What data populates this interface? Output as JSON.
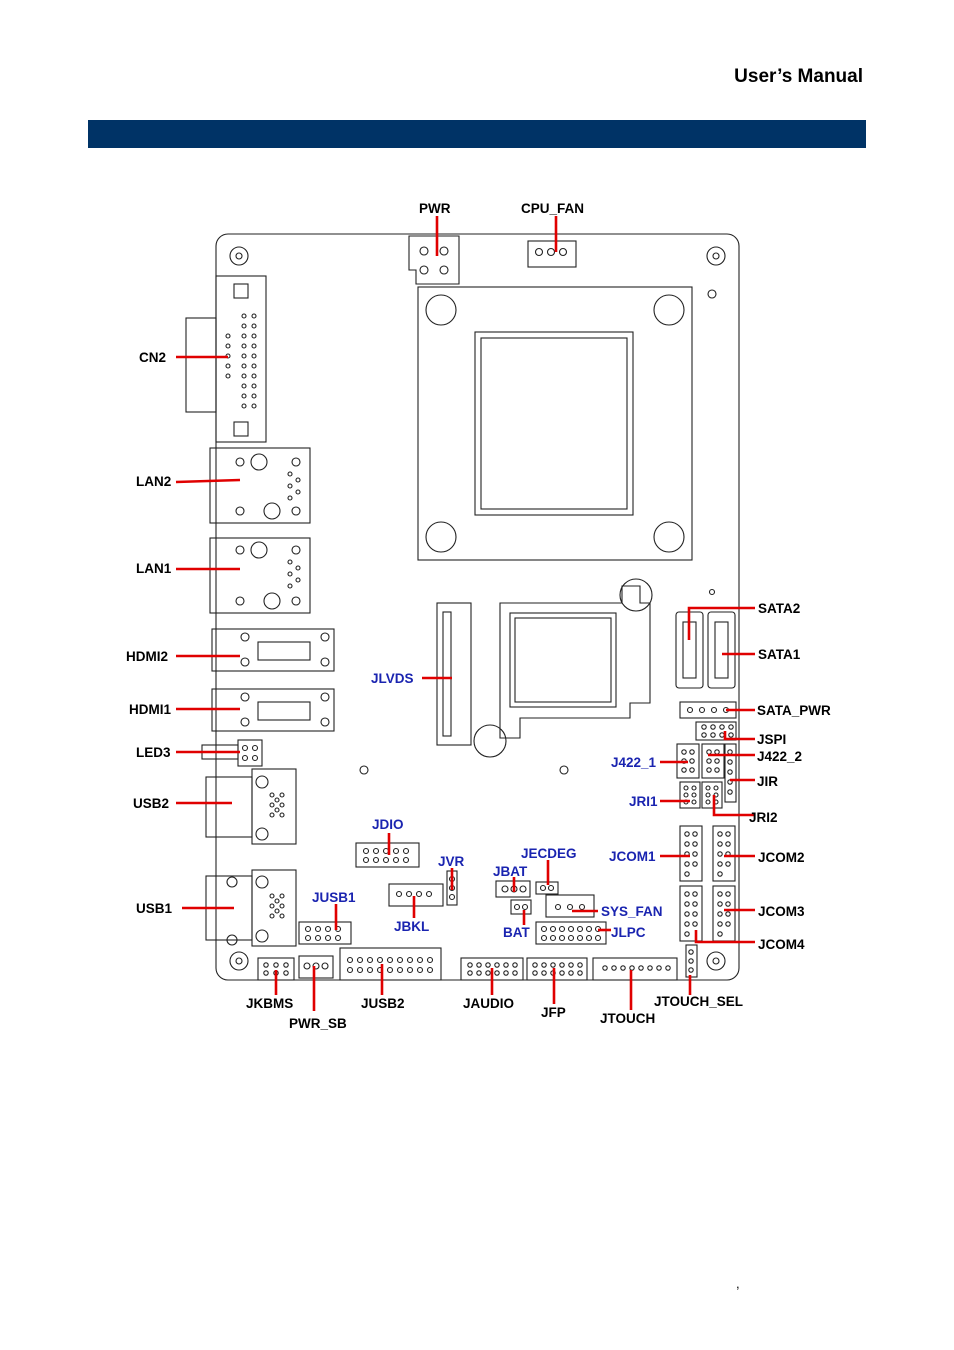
{
  "header": {
    "title": "User’s Manual"
  },
  "footer": {
    "mark": ","
  },
  "diagram": {
    "labels": {
      "pwr": "PWR",
      "cpu_fan": "CPU_FAN",
      "cn2": "CN2",
      "lan2": "LAN2",
      "lan1": "LAN1",
      "hdmi2": "HDMI2",
      "hdmi1": "HDMI1",
      "led3": "LED3",
      "usb2": "USB2",
      "usb1": "USB1",
      "jlvds": "JLVDS",
      "sata2": "SATA2",
      "sata1": "SATA1",
      "sata_pwr": "SATA_PWR",
      "jspi": "JSPI",
      "j422_1": "J422_1",
      "j422_2": "J422_2",
      "jir": "JIR",
      "jri1": "JRI1",
      "jri2": "JRI2",
      "jcom1": "JCOM1",
      "jcom2": "JCOM2",
      "jcom3": "JCOM3",
      "jcom4": "JCOM4",
      "jdio": "JDIO",
      "jvr": "JVR",
      "jecdeg": "JECDEG",
      "jbat": "JBAT",
      "jusb1": "JUSB1",
      "jbkl": "JBKL",
      "sys_fan": "SYS_FAN",
      "bat": "BAT",
      "jlpc": "JLPC",
      "jkbms": "JKBMS",
      "pwr_sb": "PWR_SB",
      "jusb2": "JUSB2",
      "jaudio": "JAUDIO",
      "jfp": "JFP",
      "jtouch": "JTOUCH",
      "jtouch_sel": "JTOUCH_SEL"
    },
    "colors": {
      "leader": "#e00000",
      "label_black": "#000000",
      "label_blue": "#1a24b0",
      "bar": "#003366"
    }
  }
}
